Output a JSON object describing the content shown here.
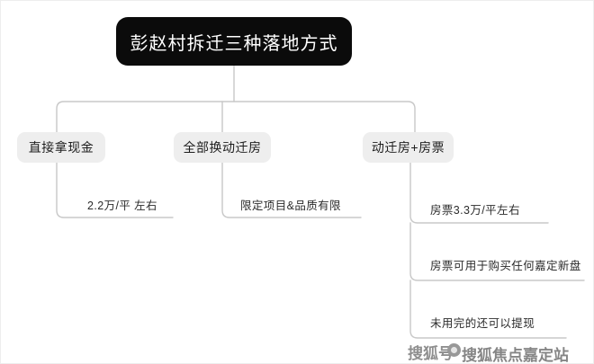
{
  "diagram": {
    "title": "彭赵村拆迁三种落地方式",
    "type": "mindmap",
    "background_color": "#ffffff",
    "root": {
      "label": "彭赵村拆迁三种落地方式",
      "box_color": "#0b0b0b",
      "text_color": "#ffffff"
    },
    "connector_color": "#c8c8c8",
    "branches": [
      {
        "label": "直接拿现金",
        "box_color": "#eeeeee",
        "text_color": "#1d1d1d",
        "leaves": [
          {
            "label": "2.2万/平 左右"
          }
        ]
      },
      {
        "label": "全部换动迁房",
        "box_color": "#eeeeee",
        "text_color": "#1d1d1d",
        "leaves": [
          {
            "label": "限定项目&品质有限"
          }
        ]
      },
      {
        "label": "动迁房+房票",
        "box_color": "#eeeeee",
        "text_color": "#1d1d1d",
        "leaves": [
          {
            "label": "房票3.3万/平左右"
          },
          {
            "label": "房票可用于购买任何嘉定新盘"
          },
          {
            "label": "未用完的还可以提现"
          }
        ]
      }
    ]
  },
  "watermark": {
    "primary": "搜狐号",
    "secondary": "搜狐焦点嘉定站",
    "logo_icon": "sohu-logo-icon"
  }
}
